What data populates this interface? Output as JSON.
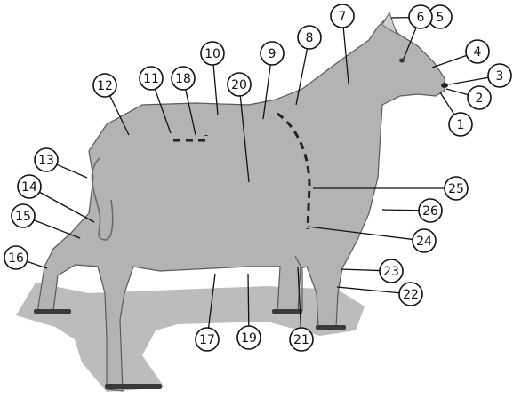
{
  "diagram": {
    "labels": [
      "1",
      "2",
      "3",
      "4",
      "5",
      "6",
      "7",
      "8",
      "9",
      "10",
      "11",
      "12",
      "13",
      "14",
      "15",
      "16",
      "17",
      "18",
      "19",
      "20",
      "21",
      "22",
      "23",
      "24",
      "25",
      "26"
    ],
    "colors": {
      "animal": "#b3b3b3",
      "ground": "#bcbcbc",
      "lines": "#111111",
      "background": "#ffffff"
    }
  }
}
